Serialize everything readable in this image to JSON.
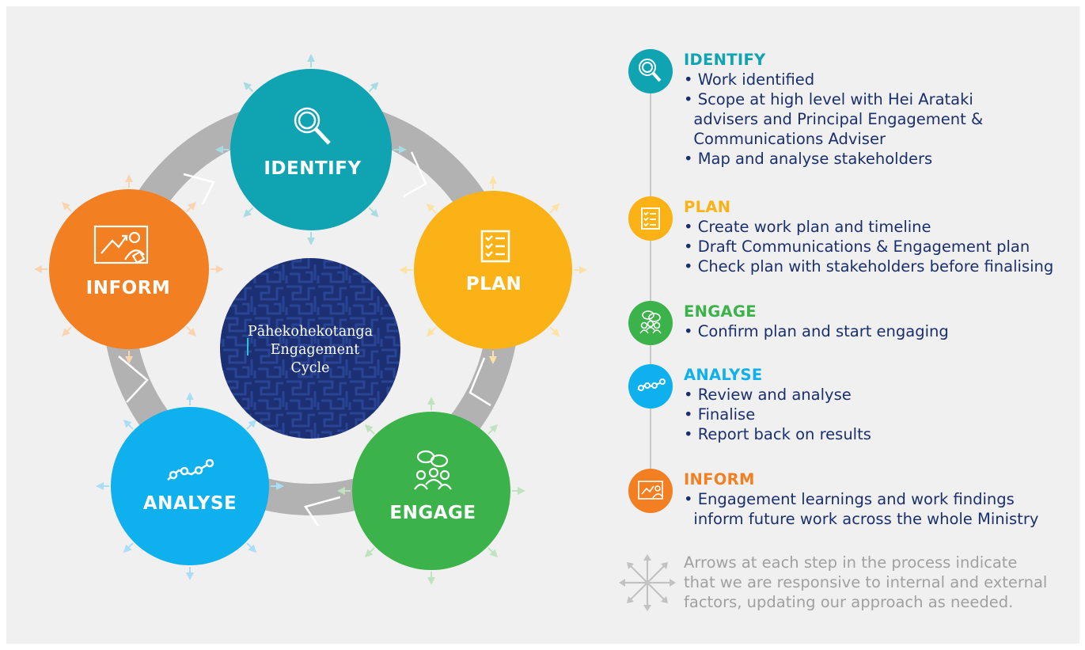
{
  "colors": {
    "identify": "#10a3b1",
    "plan": "#fbb216",
    "engage": "#3bb24a",
    "analyse": "#0eb0ed",
    "inform": "#f27f22",
    "center": "#1b2f72",
    "ring": "#b0b0b0",
    "text_dark": "#1a2f6e",
    "note": "#a0a0a0"
  },
  "cycle": {
    "center_title_line1": "Pāhekohekotanga",
    "center_title_line2": "Engagement",
    "center_title_line3": "Cycle",
    "stages": [
      {
        "key": "identify",
        "label": "IDENTIFY",
        "icon": "magnifier-icon"
      },
      {
        "key": "plan",
        "label": "PLAN",
        "icon": "checklist-icon"
      },
      {
        "key": "engage",
        "label": "ENGAGE",
        "icon": "group-chat-icon"
      },
      {
        "key": "analyse",
        "label": "ANALYSE",
        "icon": "line-chart-icon"
      },
      {
        "key": "inform",
        "label": "INFORM",
        "icon": "presentation-icon"
      }
    ]
  },
  "legend": [
    {
      "title": "IDENTIFY",
      "icon": "magnifier-icon",
      "items": [
        "Work identified",
        "Scope at high level with Hei Arataki",
        "advisers and Principal Engagement &",
        "Communications Adviser",
        "Map and analyse stakeholders"
      ]
    },
    {
      "title": "PLAN",
      "icon": "checklist-icon",
      "items": [
        "Create work plan and timeline",
        "Draft Communications & Engagement plan",
        "Check plan with stakeholders before finalising"
      ]
    },
    {
      "title": "ENGAGE",
      "icon": "group-chat-icon",
      "items": [
        "Confirm plan and start engaging"
      ]
    },
    {
      "title": "ANALYSE",
      "icon": "line-chart-icon",
      "items": [
        "Review and analyse",
        "Finalise",
        "Report back on results"
      ]
    },
    {
      "title": "INFORM",
      "icon": "presentation-icon",
      "items": [
        "Engagement learnings and work findings",
        "inform future work across the whole Ministry"
      ]
    }
  ],
  "note": {
    "line1": "Arrows at each step in the process indicate",
    "line2": "that we are responsive to internal and external",
    "line3": "factors, updating our approach as needed.",
    "icon": "multi-direction-arrows-icon"
  }
}
